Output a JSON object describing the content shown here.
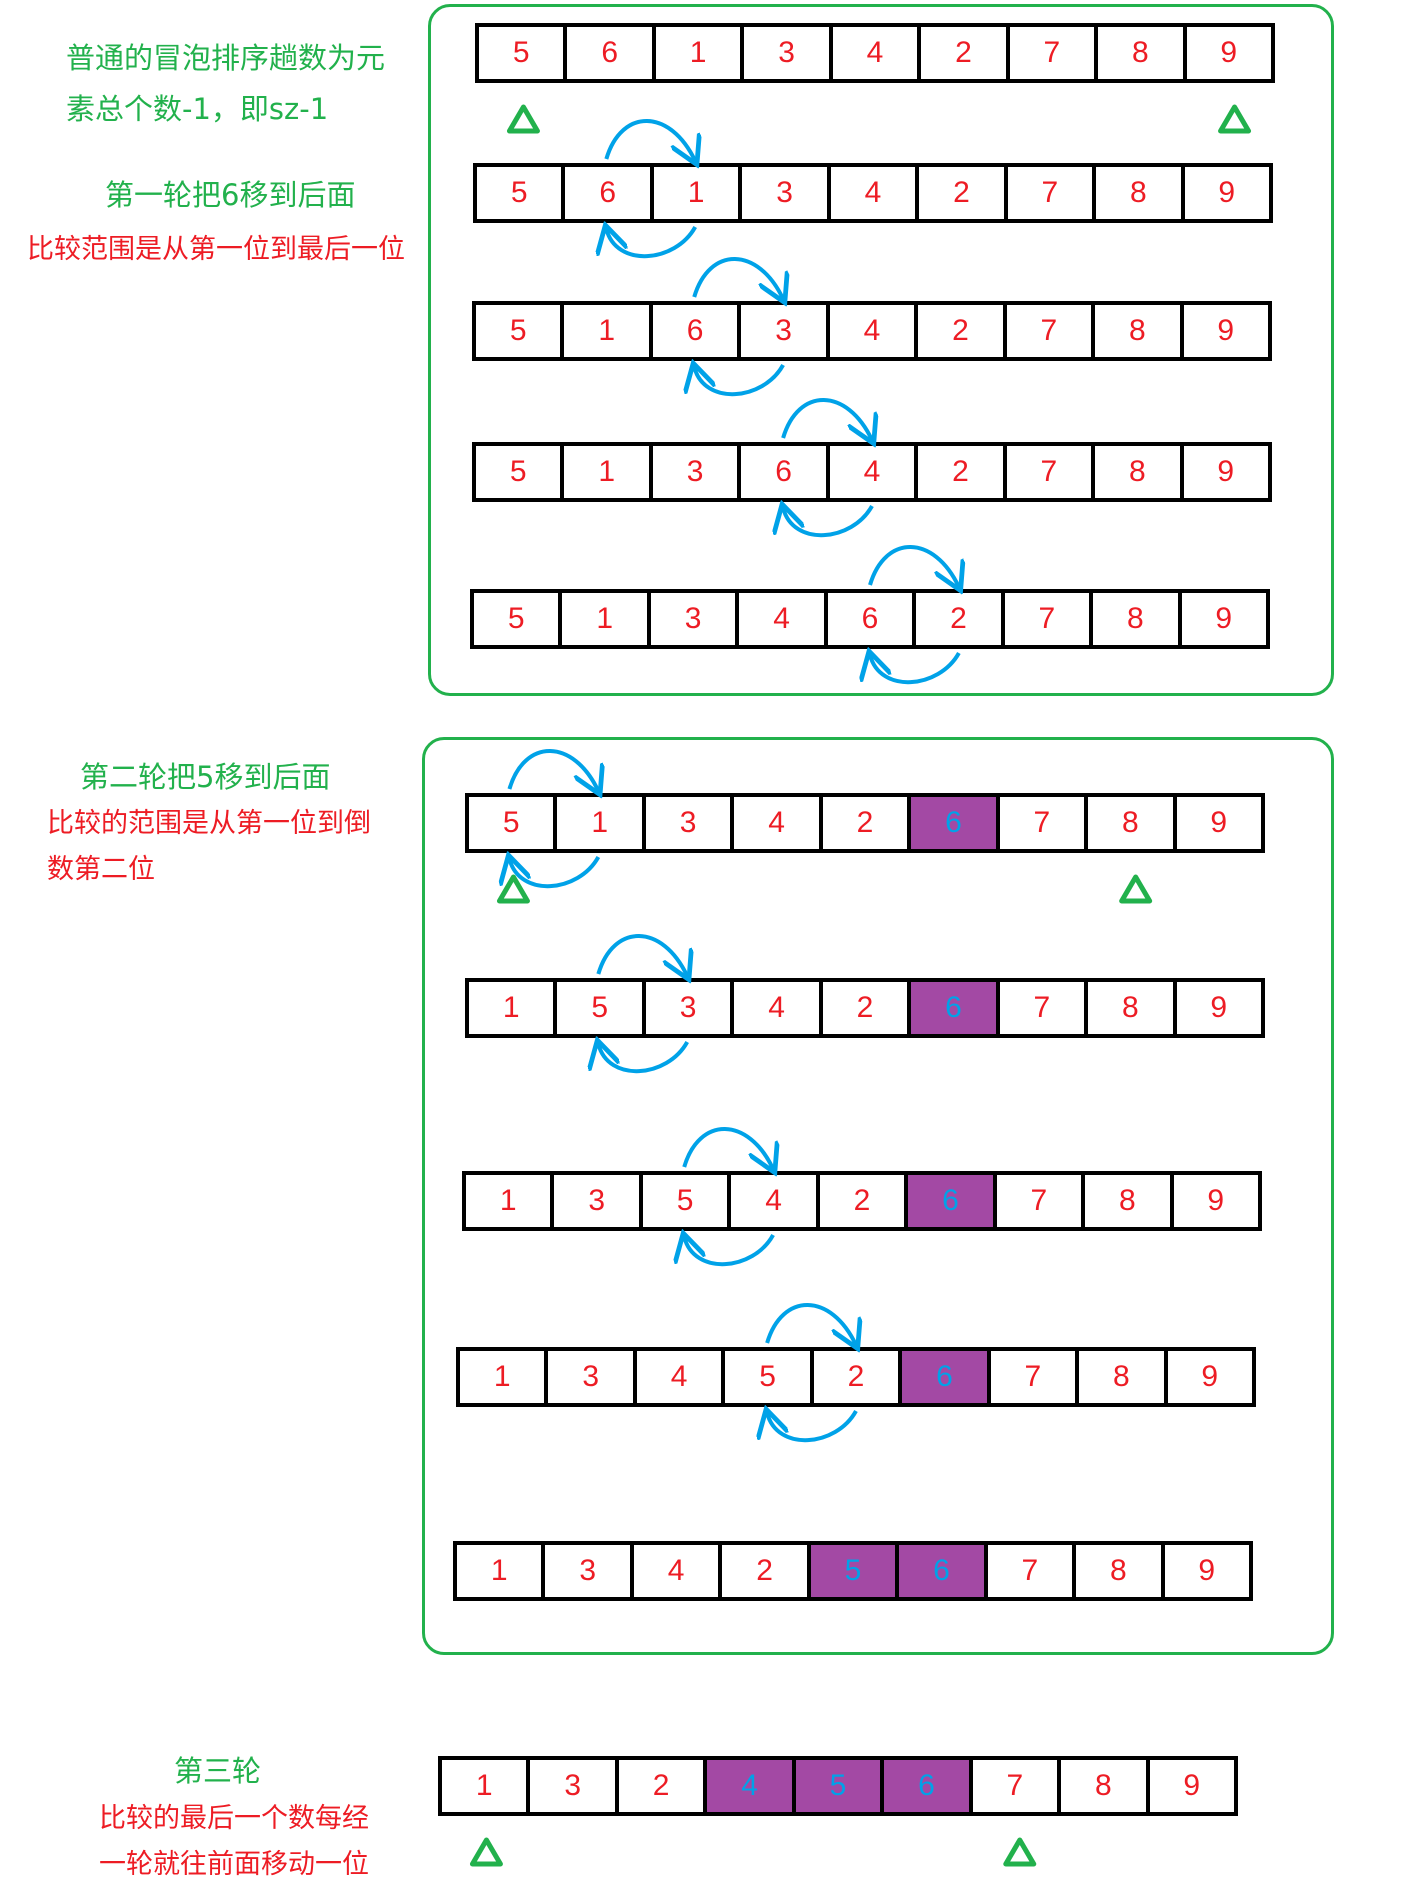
{
  "colors": {
    "frame": "#22b14c",
    "note_green": "#22b14c",
    "note_red": "#ed1c24",
    "number": "#ed1c24",
    "sorted_cell_bg": "#a349a4",
    "sorted_cell_text": "#00a2e8",
    "swap_arrow": "#00a2e8",
    "marker": "#22b14c"
  },
  "notes": {
    "intro_line1": "普通的冒泡排序趟数为元",
    "intro_line2": "素总个数-1，即sz-1",
    "round1_title": "第一轮把6移到后面",
    "round1_desc": "比较范围是从第一位到最后一位",
    "round2_title": "第二轮把5移到后面",
    "round2_desc_line1": "比较的范围是从第一位到倒",
    "round2_desc_line2": "数第二位",
    "round3_title": "第三轮",
    "round3_desc_line1": "比较的最后一个数每经",
    "round3_desc_line2": "一轮就往前面移动一位"
  },
  "arrays": [
    {
      "values": [
        "5",
        "6",
        "1",
        "3",
        "4",
        "2",
        "7",
        "8",
        "9"
      ],
      "sorted": [],
      "swap": null,
      "markers": [
        0,
        8
      ]
    },
    {
      "values": [
        "5",
        "6",
        "1",
        "3",
        "4",
        "2",
        "7",
        "8",
        "9"
      ],
      "sorted": [],
      "swap": 1,
      "markers": []
    },
    {
      "values": [
        "5",
        "1",
        "6",
        "3",
        "4",
        "2",
        "7",
        "8",
        "9"
      ],
      "sorted": [],
      "swap": 2,
      "markers": []
    },
    {
      "values": [
        "5",
        "1",
        "3",
        "6",
        "4",
        "2",
        "7",
        "8",
        "9"
      ],
      "sorted": [],
      "swap": 3,
      "markers": []
    },
    {
      "values": [
        "5",
        "1",
        "3",
        "4",
        "6",
        "2",
        "7",
        "8",
        "9"
      ],
      "sorted": [],
      "swap": 4,
      "markers": []
    },
    {
      "values": [
        "5",
        "1",
        "3",
        "4",
        "2",
        "6",
        "7",
        "8",
        "9"
      ],
      "sorted": [
        5
      ],
      "swap": 0,
      "markers": [
        0,
        7
      ]
    },
    {
      "values": [
        "1",
        "5",
        "3",
        "4",
        "2",
        "6",
        "7",
        "8",
        "9"
      ],
      "sorted": [
        5
      ],
      "swap": 1,
      "markers": []
    },
    {
      "values": [
        "1",
        "3",
        "5",
        "4",
        "2",
        "6",
        "7",
        "8",
        "9"
      ],
      "sorted": [
        5
      ],
      "swap": 2,
      "markers": []
    },
    {
      "values": [
        "1",
        "3",
        "4",
        "5",
        "2",
        "6",
        "7",
        "8",
        "9"
      ],
      "sorted": [
        5
      ],
      "swap": 3,
      "markers": []
    },
    {
      "values": [
        "1",
        "3",
        "4",
        "2",
        "5",
        "6",
        "7",
        "8",
        "9"
      ],
      "sorted": [
        4,
        5
      ],
      "swap": null,
      "markers": []
    },
    {
      "values": [
        "1",
        "3",
        "2",
        "4",
        "5",
        "6",
        "7",
        "8",
        "9"
      ],
      "sorted": [
        3,
        4,
        5
      ],
      "swap": null,
      "markers": [
        0,
        6
      ]
    }
  ]
}
